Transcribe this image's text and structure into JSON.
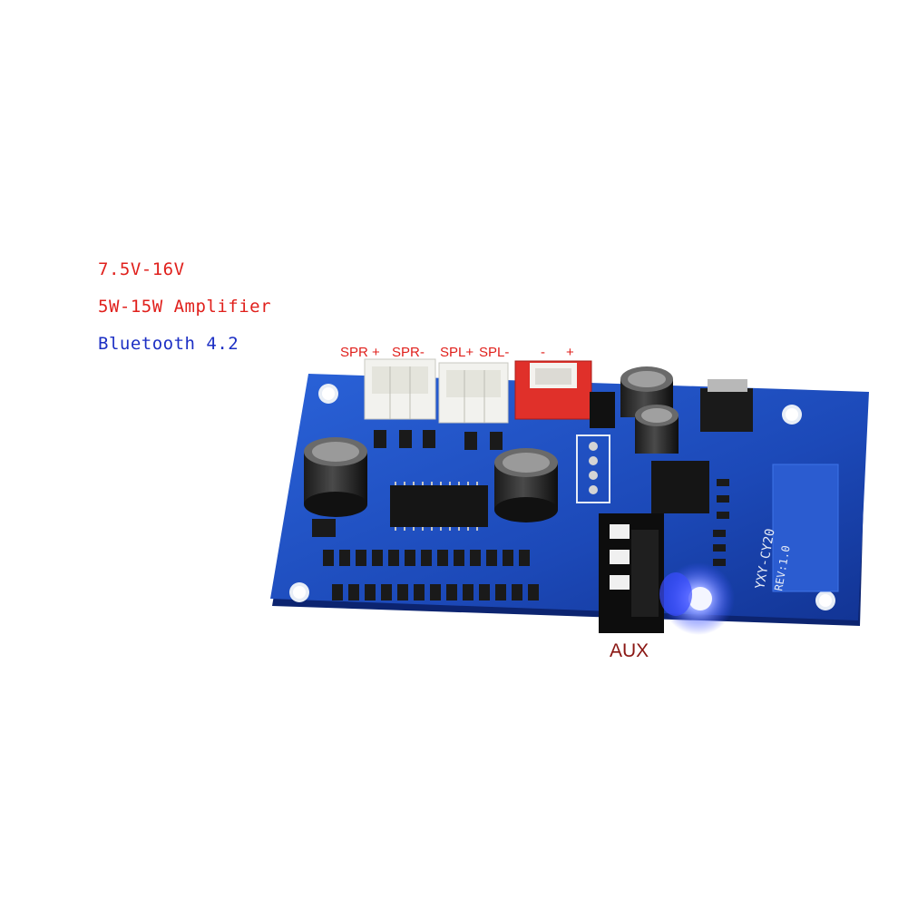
{
  "specs": {
    "voltage": "7.5V-16V",
    "power": "5W-15W Amplifier",
    "bluetooth": "Bluetooth 4.2"
  },
  "connectors": {
    "spr_plus": "SPR +",
    "spr_minus": "SPR-",
    "spl_plus": "SPL+",
    "spl_minus": "SPL-",
    "pwr_minus": "-",
    "pwr_plus": "+"
  },
  "ports": {
    "aux": "AUX"
  },
  "board": {
    "model": "YXY-CY20",
    "revision": "REV:1.0",
    "colors": {
      "pcb": "#1f4fc4",
      "pcb_dark": "#12307e",
      "connector_white": "#f2f2ee",
      "connector_red": "#e0302a",
      "led": "#3a4dff"
    }
  }
}
